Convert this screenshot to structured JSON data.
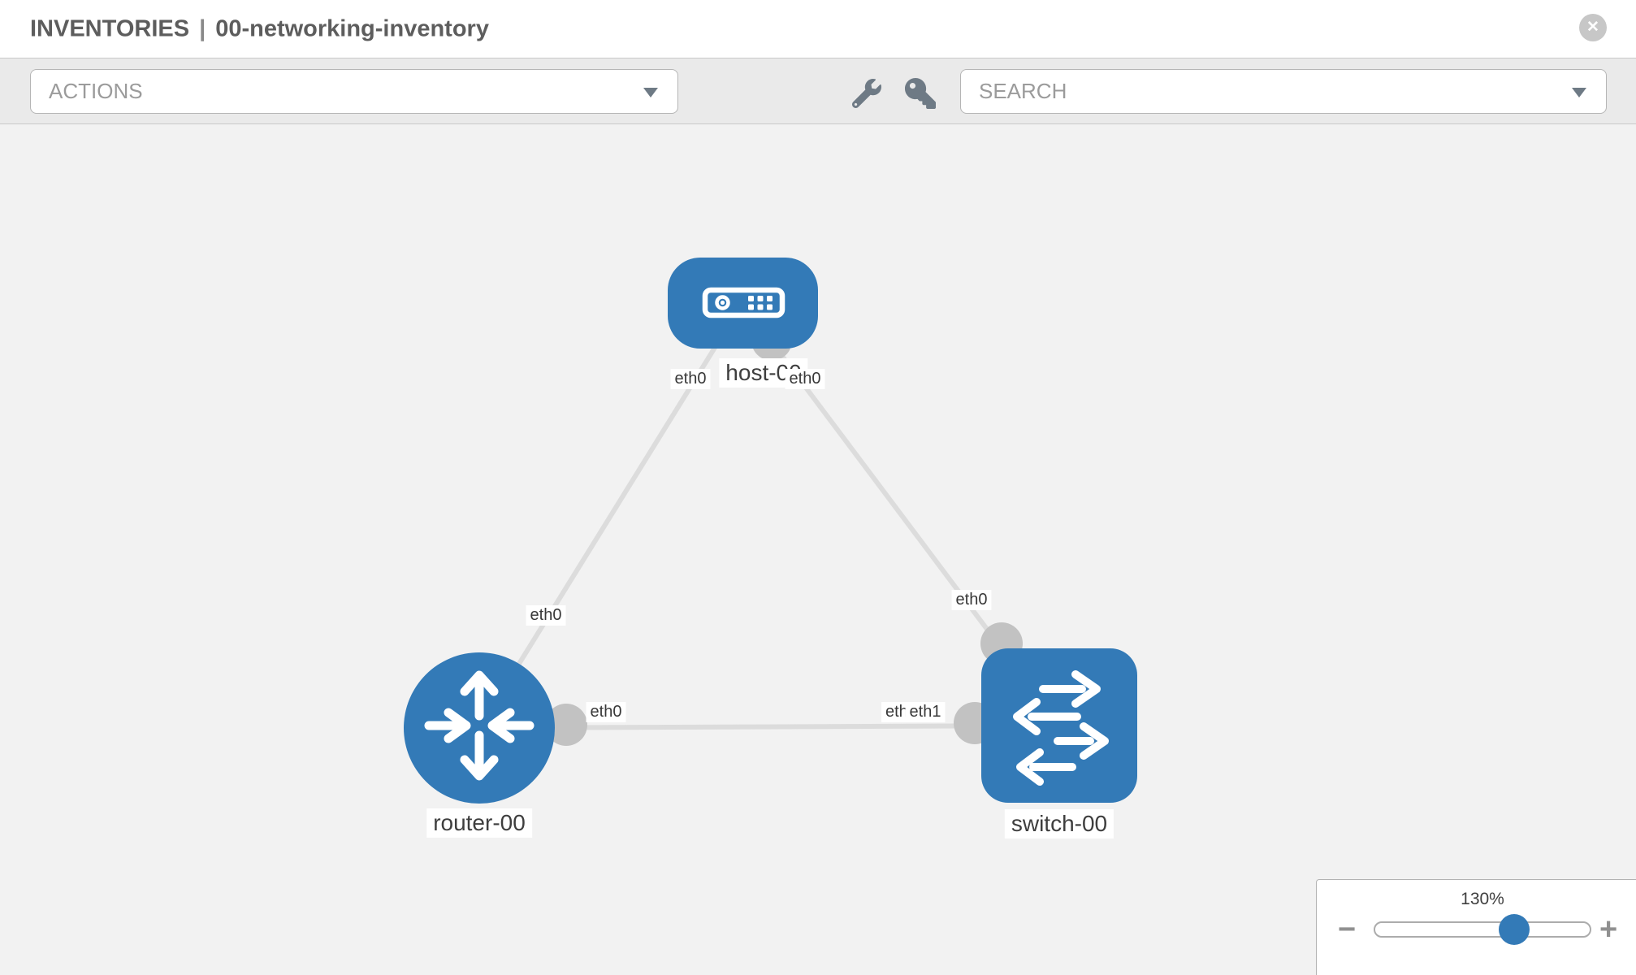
{
  "header": {
    "section": "INVENTORIES",
    "separator": "|",
    "item": "00-networking-inventory",
    "close_icon": "✕"
  },
  "toolbar": {
    "actions_placeholder": "ACTIONS",
    "search_placeholder": "SEARCH"
  },
  "topology": {
    "nodes": [
      {
        "name": "host-00",
        "type": "host"
      },
      {
        "name": "router-00",
        "type": "router"
      },
      {
        "name": "switch-00",
        "type": "switch"
      }
    ],
    "links": [
      {
        "from": "host-00",
        "from_if": "eth0",
        "to": "router-00",
        "to_if": "eth0"
      },
      {
        "from": "host-00",
        "from_if": "eth0",
        "to": "switch-00",
        "to_if": "eth0"
      },
      {
        "from": "router-00",
        "from_if": "eth0",
        "to": "switch-00",
        "to_if": "eth1",
        "overlapped_if": "eth0"
      }
    ]
  },
  "zoom_control": {
    "level": "130%",
    "minus_label": "−",
    "plus_label": "+"
  },
  "colors": {
    "node_blue": "#337ab7",
    "link_gray": "#dcdcdc",
    "endpoint_gray": "#c2c2c2",
    "canvas_bg": "#f2f2f2",
    "toolbar_bg": "#eaeaea",
    "icon_gray": "#6e7a85"
  }
}
